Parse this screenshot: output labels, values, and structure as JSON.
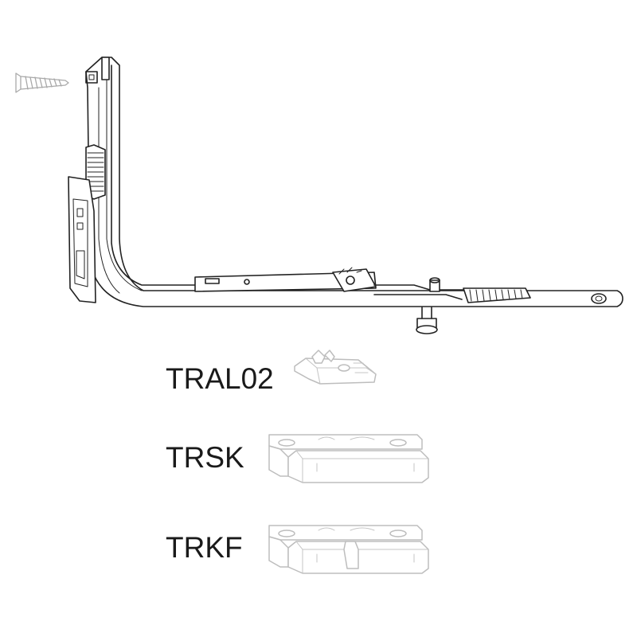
{
  "parts": {
    "tral02": {
      "label": "TRAL02",
      "icon": "tral02-part-icon"
    },
    "trsk": {
      "label": "TRSK",
      "icon": "trsk-part-icon"
    },
    "trkf": {
      "label": "TRKF",
      "icon": "trkf-part-icon"
    }
  },
  "colors": {
    "ink": "#222222",
    "ghost": "#bdbdbd",
    "label": "#1a1a1a",
    "background": "#ffffff"
  }
}
